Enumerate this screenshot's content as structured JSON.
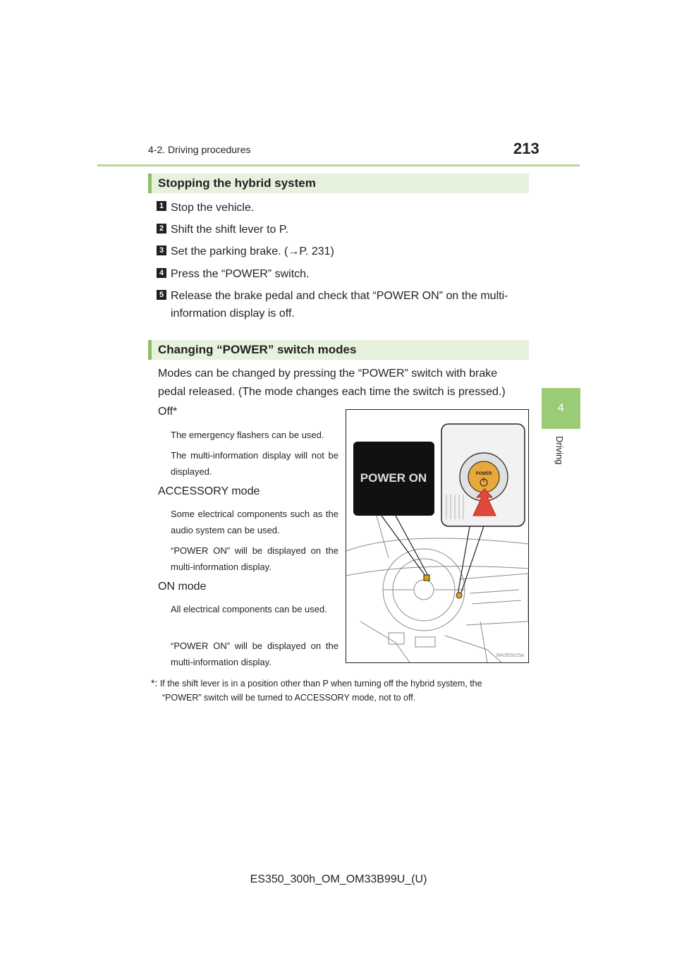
{
  "header": {
    "section": "4-2. Driving procedures",
    "page_number": "213"
  },
  "side_tab": {
    "chapter_number": "4",
    "chapter_label": "Driving"
  },
  "stopping": {
    "heading": "Stopping the hybrid system",
    "steps": [
      {
        "num": "1",
        "text": "Stop the vehicle."
      },
      {
        "num": "2",
        "text": "Shift the shift lever to P."
      },
      {
        "num": "3",
        "text": "Set the parking brake. (→P. 231)"
      },
      {
        "num": "4",
        "text": "Press the “POWER” switch."
      },
      {
        "num": "5",
        "text": "Release the brake pedal and check that “POWER ON” on the multi-",
        "text2": "information display is off."
      }
    ]
  },
  "modes": {
    "heading": "Changing “POWER” switch modes",
    "intro_line1": "Modes can be changed by pressing the “POWER” switch with brake",
    "intro_line2": "pedal released. (The mode changes each time the switch is pressed.)",
    "items": [
      {
        "title": "Off*",
        "desc": [
          "The emergency flashers can be used.",
          "The multi-information display will not be displayed."
        ]
      },
      {
        "title": "ACCESSORY mode",
        "desc": [
          "Some electrical components such as the audio system can be used.",
          "“POWER ON” will be displayed on the multi-information display."
        ]
      },
      {
        "title": "ON mode",
        "desc": [
          "All electrical components can be used.",
          "“POWER ON” will be displayed on the multi-information display."
        ]
      }
    ],
    "footnote_mark": "*:",
    "footnote_line1": "If the shift lever is in a position other than P when turning off the hybrid system, the",
    "footnote_line2": "“POWER” switch will be turned to ACCESSORY mode, not to off."
  },
  "figure": {
    "display_text": "POWER ON",
    "button_text": "POWER",
    "image_code": "IN42ES015a"
  },
  "footer": {
    "doc_code": "ES350_300h_OM_OM33B99U_(U)"
  }
}
